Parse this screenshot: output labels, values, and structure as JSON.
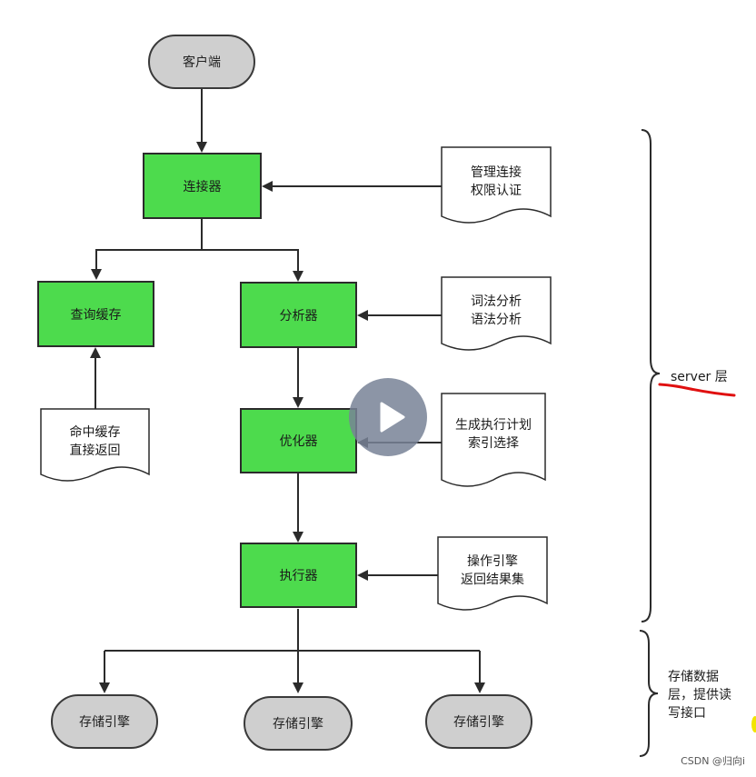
{
  "nodes": {
    "client": "客户端",
    "connector": "连接器",
    "query_cache": "查询缓存",
    "analyzer": "分析器",
    "optimizer": "优化器",
    "executor": "执行器",
    "engine_1": "存储引擎",
    "engine_2": "存储引擎",
    "engine_3": "存储引擎"
  },
  "docs": {
    "connector_note": [
      "管理连接",
      "权限认证"
    ],
    "analyzer_note": [
      "词法分析",
      "语法分析"
    ],
    "optimizer_note": [
      "生成执行计划",
      "索引选择"
    ],
    "executor_note": [
      "操作引擎",
      "返回结果集"
    ],
    "cache_note": [
      "命中缓存",
      "直接返回"
    ]
  },
  "layers": {
    "server_label": "server 层",
    "storage_lines": [
      "存储数据",
      "层，提供读",
      "写接口"
    ]
  },
  "watermark": "CSDN @归向i",
  "colors": {
    "process_fill": "#4ddb4d",
    "terminal_fill": "#cfcfcf",
    "stroke": "#2b2b2b",
    "annotation_red": "#e01010"
  }
}
